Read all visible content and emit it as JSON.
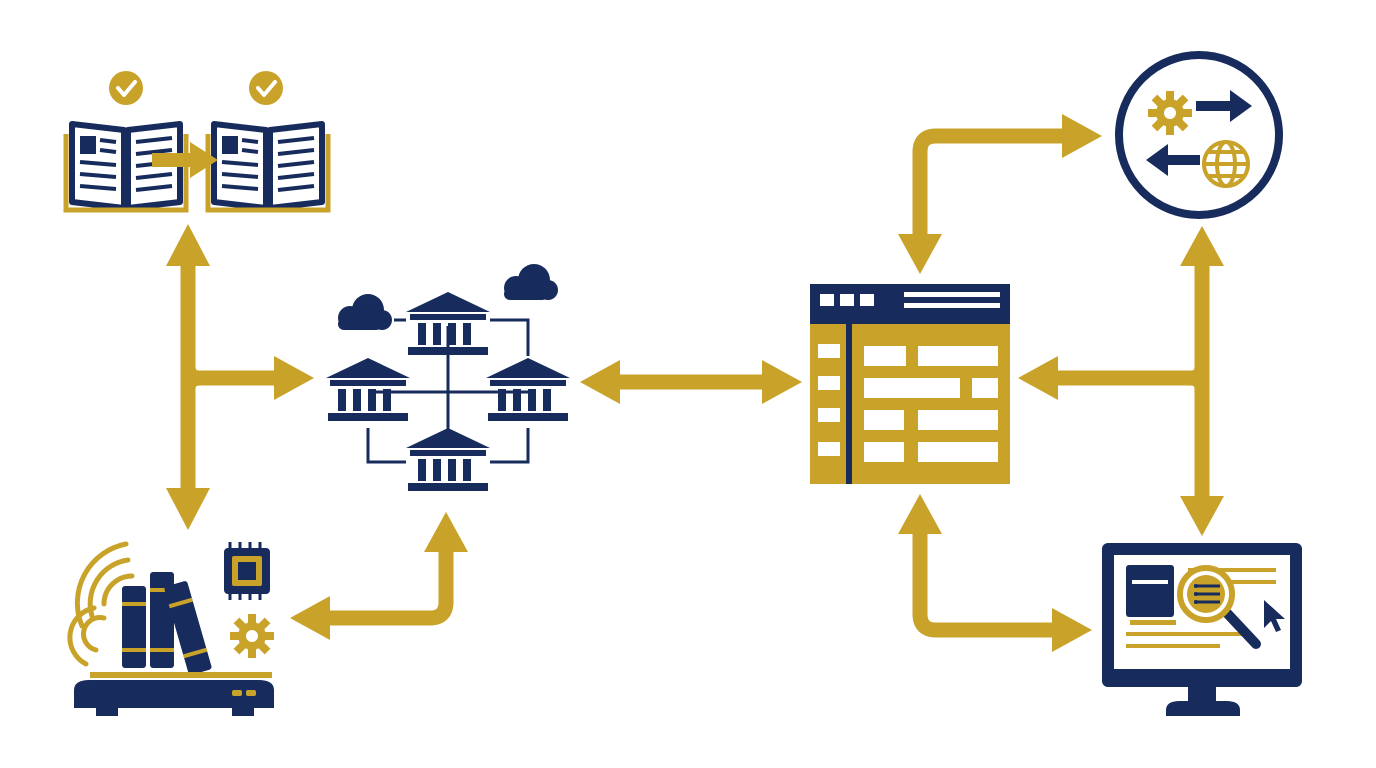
{
  "colors": {
    "navy": "#172b5c",
    "gold": "#c9a22a",
    "background": "#ffffff"
  },
  "nodes": [
    {
      "id": "book-migration",
      "icons": [
        "check-icon",
        "open-book-icon",
        "right-arrow-icon",
        "open-book-icon"
      ]
    },
    {
      "id": "library-network",
      "icons": [
        "cloud-icon",
        "institution-building-icon"
      ]
    },
    {
      "id": "data-table",
      "icons": [
        "browser-window-icon",
        "table-icon"
      ]
    },
    {
      "id": "data-exchange",
      "icons": [
        "gear-icon",
        "globe-icon",
        "exchange-arrows-icon"
      ]
    },
    {
      "id": "smart-library",
      "icons": [
        "wireless-signal-icon",
        "book-stack-icon",
        "chip-icon",
        "gear-icon",
        "shelf-icon"
      ]
    },
    {
      "id": "catalog-search",
      "icons": [
        "monitor-icon",
        "magnifier-icon",
        "cursor-icon"
      ]
    }
  ],
  "connections": [
    {
      "from": "book-migration",
      "to": "smart-library",
      "direction": "both"
    },
    {
      "from": "book-migration",
      "to": "library-network",
      "direction": "forward"
    },
    {
      "from": "smart-library",
      "to": "library-network",
      "direction": "both"
    },
    {
      "from": "library-network",
      "to": "data-table",
      "direction": "both"
    },
    {
      "from": "data-table",
      "to": "data-exchange",
      "direction": "both"
    },
    {
      "from": "data-table",
      "to": "catalog-search",
      "direction": "both"
    },
    {
      "from": "data-exchange",
      "to": "catalog-search",
      "direction": "both"
    },
    {
      "from": "data-exchange",
      "to": "data-table",
      "direction": "forward"
    }
  ]
}
